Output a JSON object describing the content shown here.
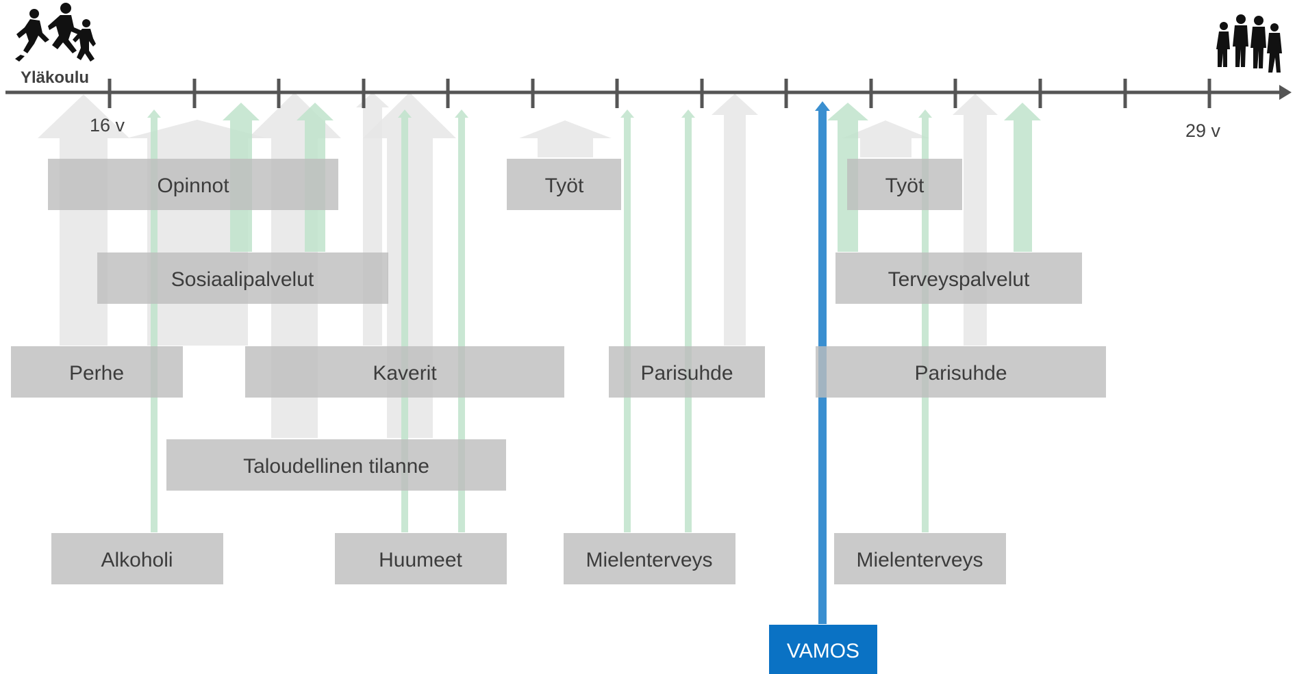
{
  "timeline": {
    "start_label": "Yläkoulu",
    "age_start": "16 v",
    "age_end": "29 v"
  },
  "boxes": {
    "opinnot": "Opinnot",
    "tyot_1": "Työt",
    "tyot_2": "Työt",
    "sosiaalipalvelut": "Sosiaalipalvelut",
    "terveyspalvelut": "Terveyspalvelut",
    "perhe": "Perhe",
    "kaverit": "Kaverit",
    "parisuhde_1": "Parisuhde",
    "parisuhde_2": "Parisuhde",
    "taloudellinen_tilanne": "Taloudellinen tilanne",
    "alkoholi": "Alkoholi",
    "huumeet": "Huumeet",
    "mielenterveys_1": "Mielenterveys",
    "mielenterveys_2": "Mielenterveys"
  },
  "vamos": {
    "label": "VAMOS"
  },
  "colors": {
    "axis": "#555555",
    "box": "#c8c8c8",
    "box_text": "#3c3c3c",
    "grey_arrow": "#e6e6e6",
    "green_arrow": "#bfe3cb",
    "vamos": "#0a72c4",
    "vamos_arrow": "#3a8fd0"
  },
  "icons": {
    "left": "running-children-silhouette-icon",
    "right": "standing-adults-silhouette-icon"
  }
}
